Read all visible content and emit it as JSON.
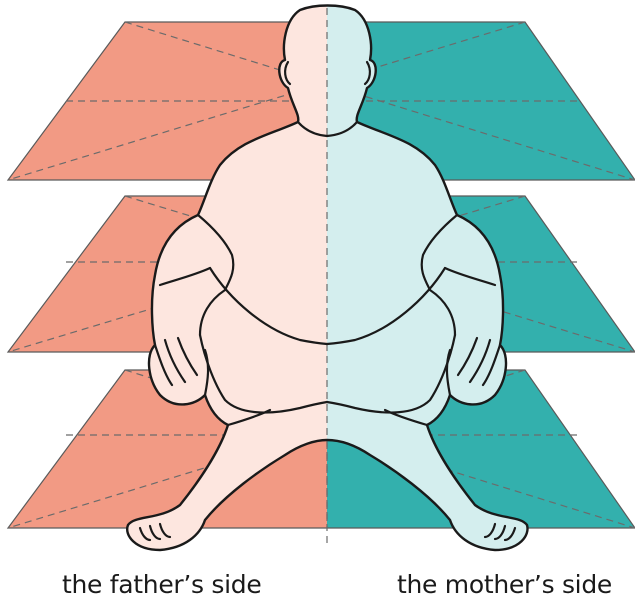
{
  "captions": {
    "left": "the father’s side",
    "right": "the mother’s side"
  },
  "colors": {
    "father_plane": "#f29a84",
    "mother_plane": "#33b0ad",
    "father_body": "#fde6df",
    "mother_body": "#d4eeee",
    "outline": "#1a1a1a",
    "guide_line": "#6b6b6b",
    "plane_edge": "#5a5a5a"
  },
  "figure": {
    "description_icon": "human-body-squatting",
    "planes": [
      "upper-plane",
      "middle-plane",
      "lower-plane"
    ]
  }
}
